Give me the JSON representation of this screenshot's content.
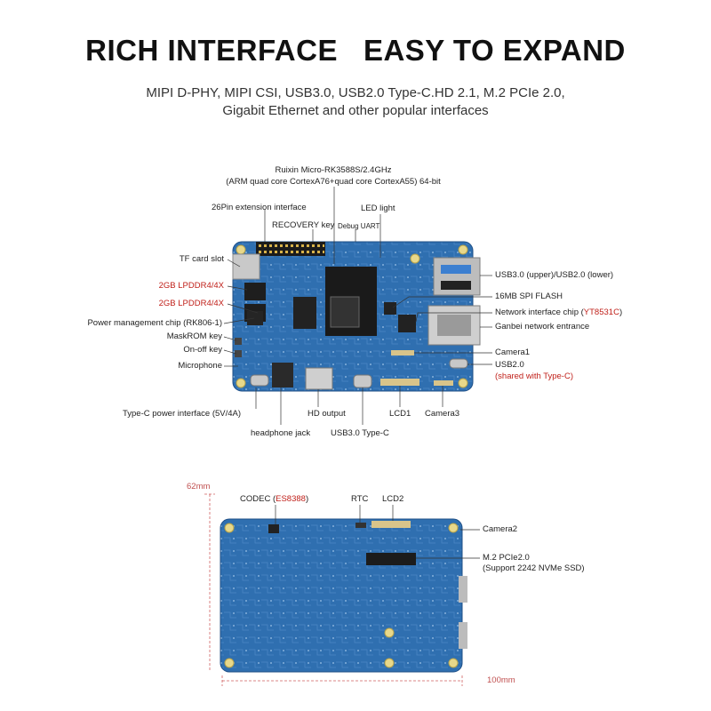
{
  "header": {
    "title": "RICH INTERFACE   EASY TO EXPAND",
    "subtitle_line1": "MIPI D-PHY, MIPI CSI, USB3.0, USB2.0 Type-C.HD 2.1, M.2 PCIe 2.0,",
    "subtitle_line2": "Gigabit Ethernet and other popular interfaces"
  },
  "top_board": {
    "soc_line1": "Ruixin Micro-RK3588S/2.4GHz",
    "soc_line2": "(ARM quad core CortexA76+quad core CortexA55) 64-bit",
    "pin_header": "26Pin extension interface",
    "led": "LED light",
    "recovery": "RECOVERY key",
    "debug": "Debug UART",
    "tf": "TF card slot",
    "ram1": "2GB LPDDR4/4X",
    "ram2": "2GB LPDDR4/4X",
    "pmic": "Power management chip (RK806-1)",
    "maskrom": "MaskROM key",
    "onoff": "On-off key",
    "mic": "Microphone",
    "typec_power": "Type-C power interface (5V/4A)",
    "headphone": "headphone jack",
    "hd_output": "HD output",
    "usb30_typec": "USB3.0 Type-C",
    "lcd1": "LCD1",
    "camera3": "Camera3",
    "usb_ports": "USB3.0 (upper)/USB2.0 (lower)",
    "spi_flash": "16MB SPI FLASH",
    "net_chip": "Network interface chip (",
    "net_chip_model": "YT8531C",
    "net_chip_close": ")",
    "ethernet": "Ganbei network entrance",
    "camera1": "Camera1",
    "usb20": "USB2.0",
    "usb20_note": "(shared with Type-C)"
  },
  "bottom_board": {
    "width_mm": "62mm",
    "codec": "CODEC (",
    "codec_model": "ES8388",
    "codec_close": ")",
    "rtc": "RTC",
    "lcd2": "LCD2",
    "camera2": "Camera2",
    "m2_line1": "M.2 PCIe2.0",
    "m2_line2": "(Support 2242 NVMe SSD)",
    "length_mm": "100mm"
  },
  "colors": {
    "pcb": "#2f6fb0",
    "red_label": "#c0201a",
    "dimension": "#d06060"
  }
}
